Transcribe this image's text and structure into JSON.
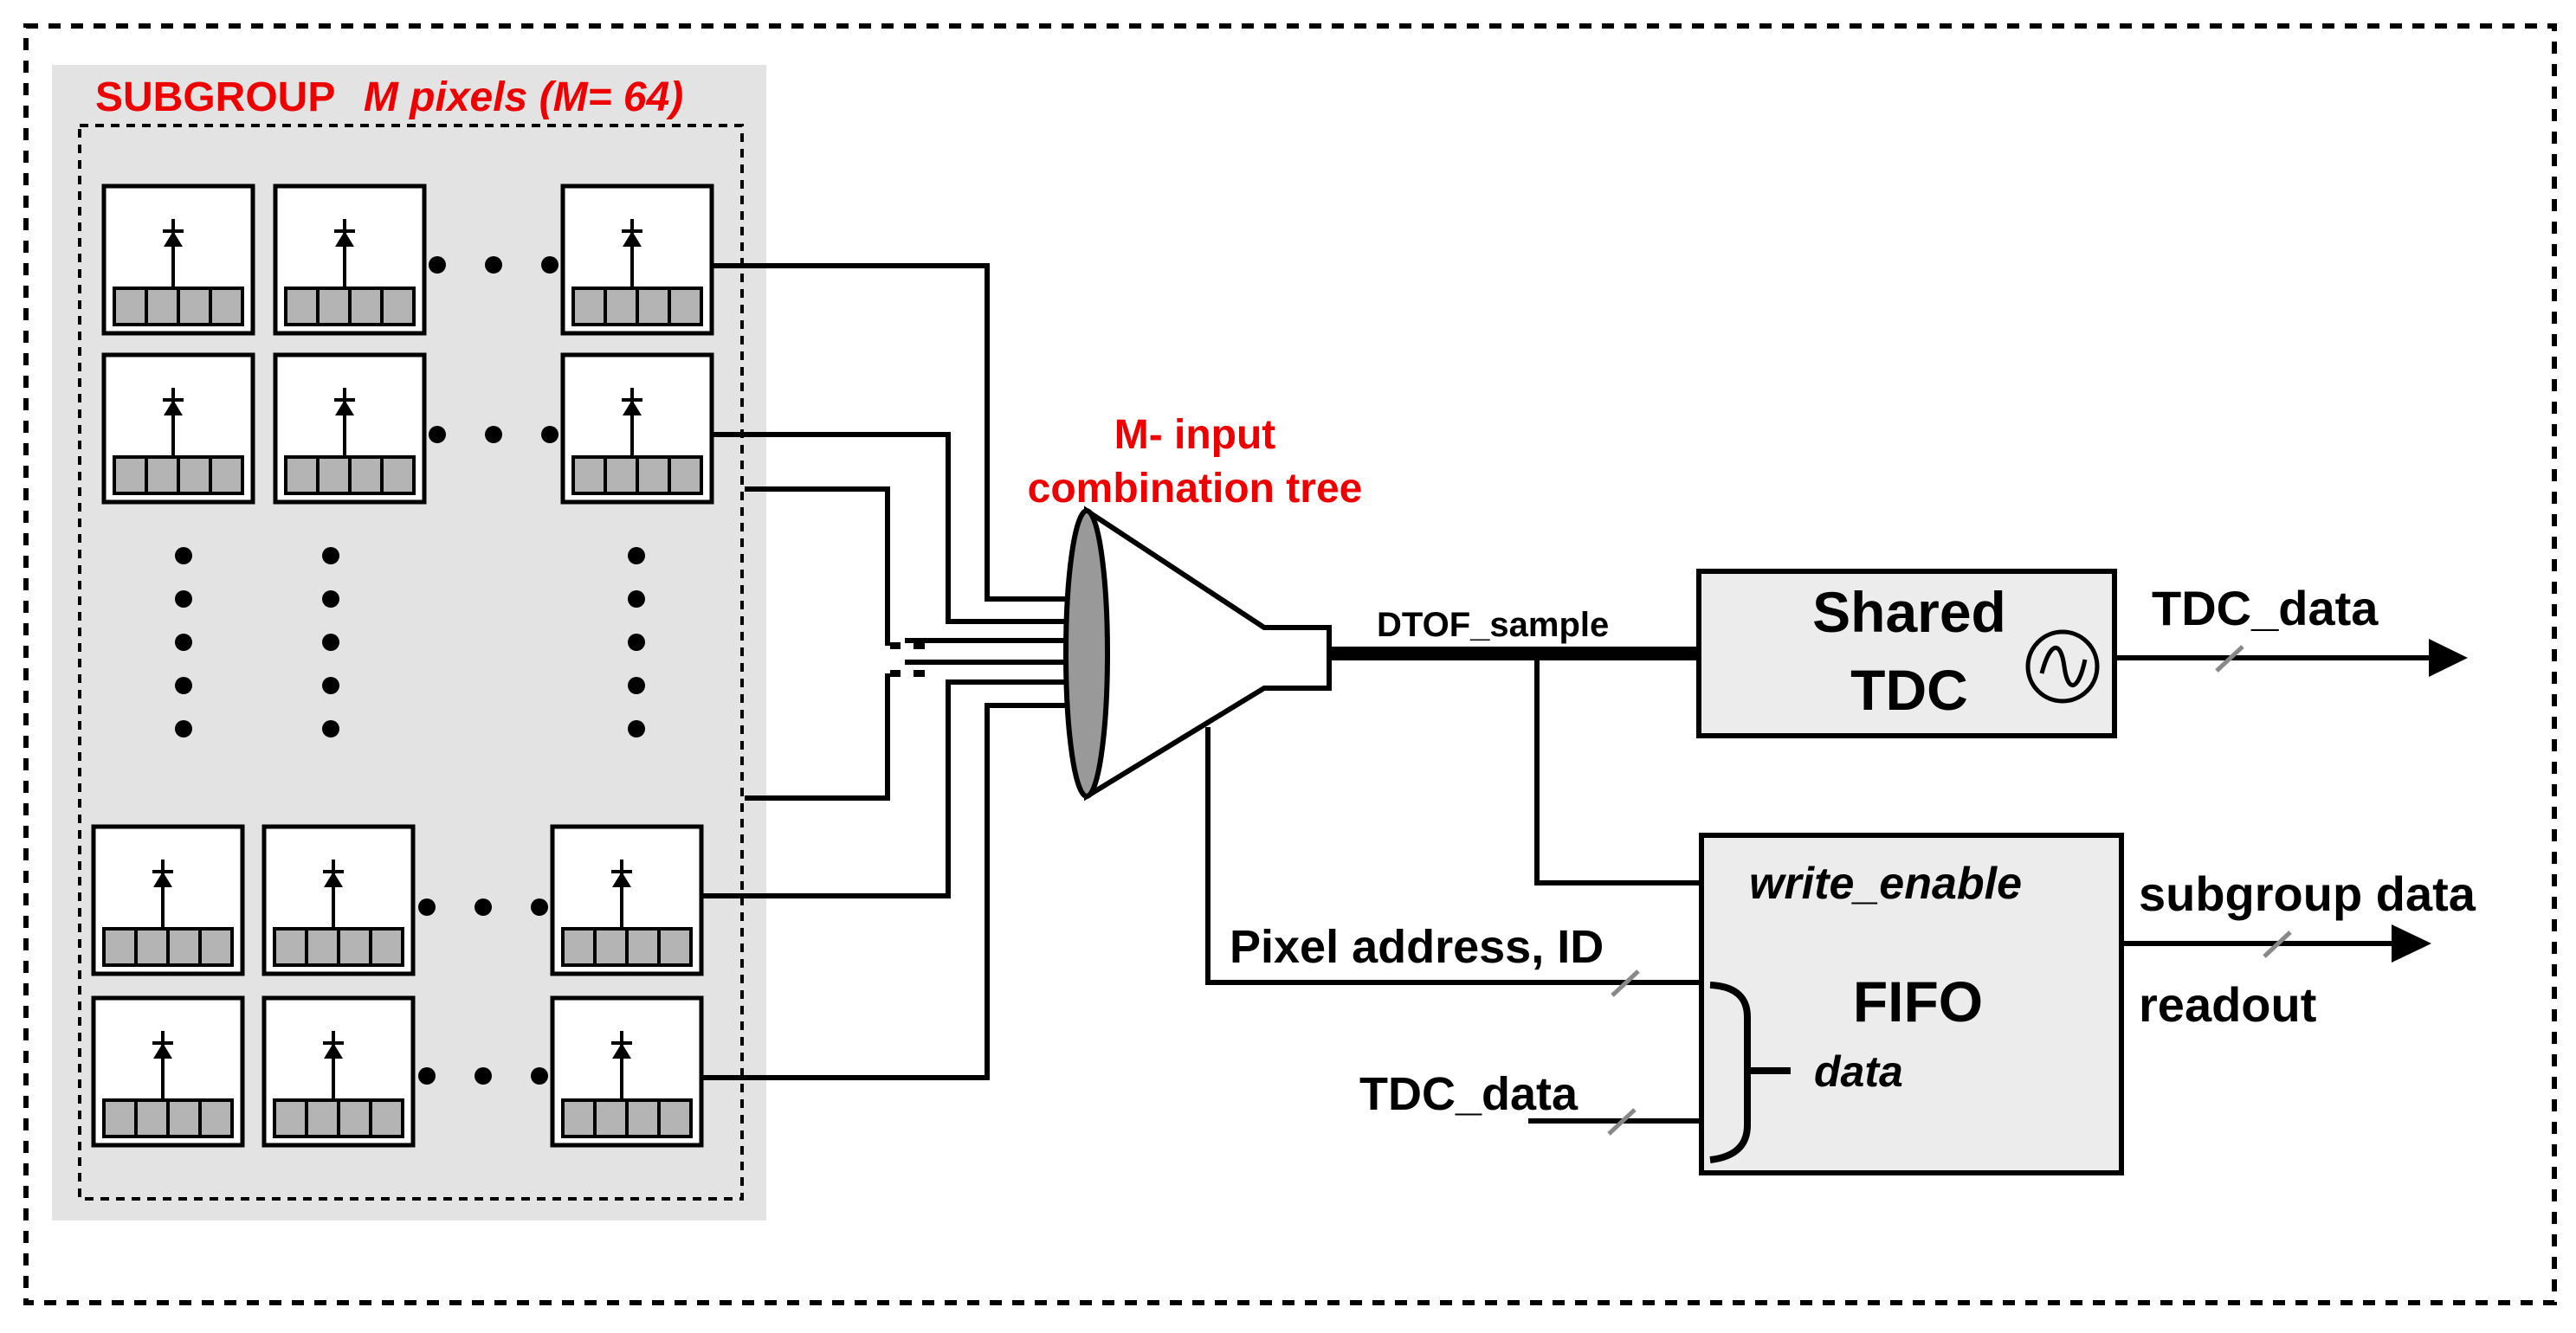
{
  "subgroup": {
    "label_prefix": "SUBGROUP",
    "label_suffix": "M pixels (M= 64)"
  },
  "tree": {
    "line1": "M- input",
    "line2": "combination tree"
  },
  "signals": {
    "dtof_sample": "DTOF_sample",
    "tdc_data_out": "TDC_data",
    "pixel_address": "Pixel address, ID",
    "tdc_data_in": "TDC_data",
    "subgroup_data_line1": "subgroup data",
    "subgroup_data_line2": "readout"
  },
  "tdc": {
    "line1": "Shared",
    "line2": "TDC"
  },
  "fifo": {
    "write_enable": "write_enable",
    "title": "FIFO",
    "data": "data"
  },
  "colors": {
    "accent_red": "#ee0000",
    "block_fill": "#ececec",
    "subgroup_bg": "#e3e3e3",
    "pixel_cell": "#b4b4b4",
    "tree_lens": "#999999"
  }
}
